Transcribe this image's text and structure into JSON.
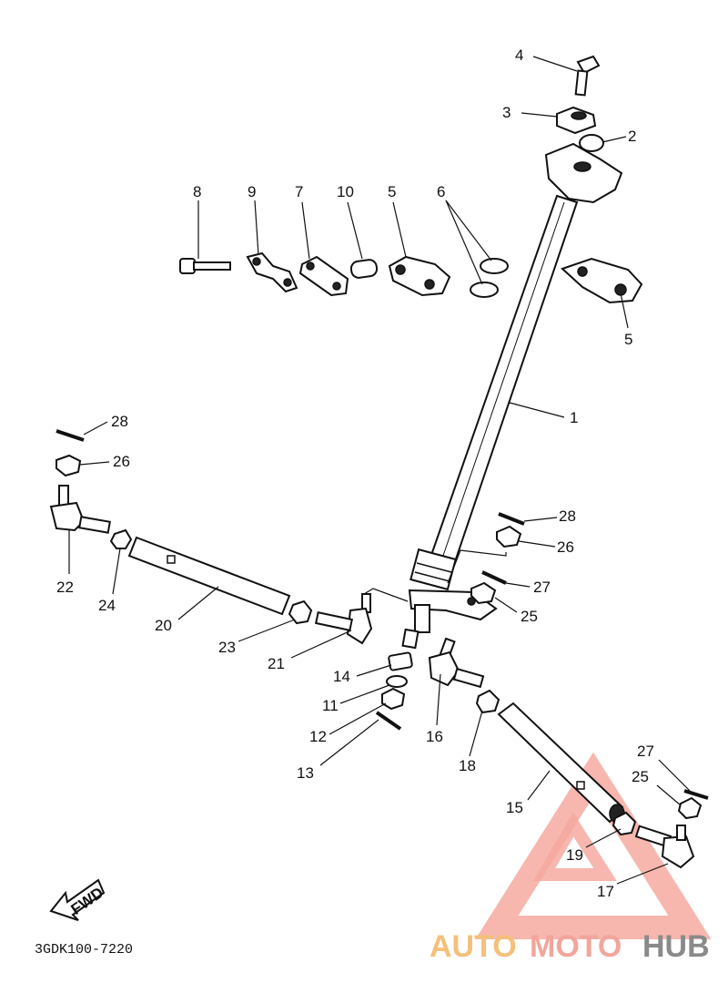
{
  "diagram_code": "3GDK100-7220",
  "fwd_label": "FWD",
  "watermark": {
    "part1": "AUTO",
    "part2": "MOTO",
    "part3": "HUB"
  },
  "callouts": {
    "c1": "1",
    "c2": "2",
    "c3": "3",
    "c4": "4",
    "c5a": "5",
    "c5b": "5",
    "c6": "6",
    "c7": "7",
    "c8": "8",
    "c9": "9",
    "c10": "10",
    "c11": "11",
    "c12": "12",
    "c13": "13",
    "c14": "14",
    "c15": "15",
    "c16": "16",
    "c17": "17",
    "c18": "18",
    "c19": "19",
    "c20": "20",
    "c21": "21",
    "c22": "22",
    "c23": "23",
    "c24": "24",
    "c25a": "25",
    "c25b": "25",
    "c26a": "26",
    "c26b": "26",
    "c27a": "27",
    "c27b": "27",
    "c28a": "28",
    "c28b": "28"
  }
}
